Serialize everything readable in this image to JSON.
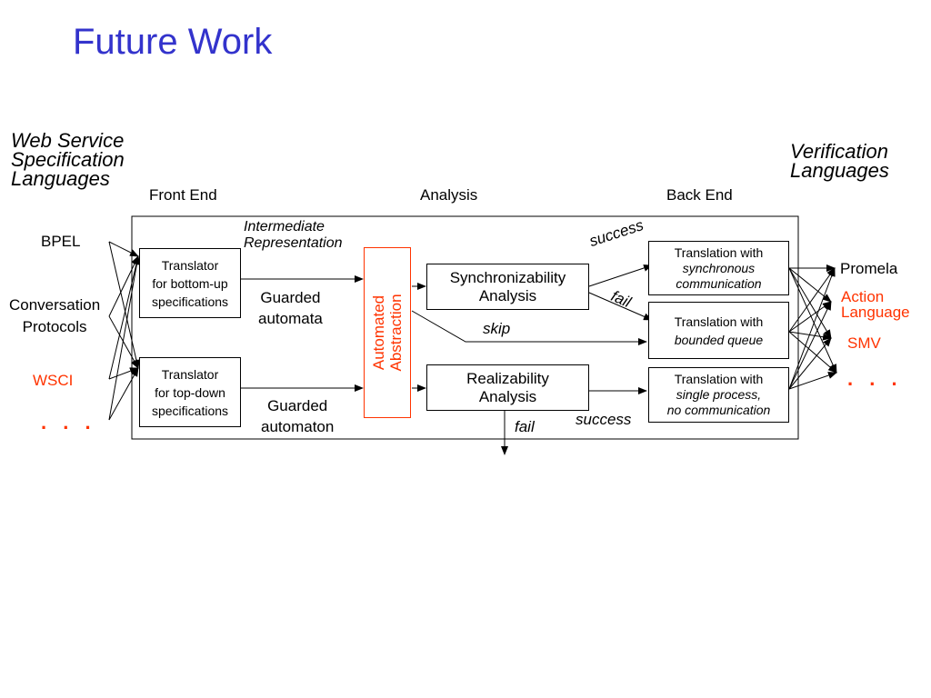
{
  "title": "Future Work",
  "left_heading": [
    "Web Service",
    "Specification",
    "Languages"
  ],
  "right_heading": [
    "Verification",
    "Languages"
  ],
  "stages": {
    "front_end": "Front End",
    "analysis": "Analysis",
    "back_end": "Back End"
  },
  "inputs": [
    {
      "label": "BPEL",
      "color": "#000000"
    },
    {
      "label": "Conversation\nProtocols",
      "color": "#000000"
    },
    {
      "label": "WSCI",
      "color": "#ff3300"
    },
    {
      "label": ". . .",
      "color": "#ff3300"
    }
  ],
  "translators": {
    "bottom_up": "Translator\nfor bottom-up\nspecifications",
    "top_down": "Translator\nfor top-down\nspecifications"
  },
  "intermediate_representation": [
    "Intermediate",
    "Representation"
  ],
  "guarded_automata": [
    "Guarded",
    "automata"
  ],
  "guarded_automaton": [
    "Guarded",
    "automaton"
  ],
  "abstraction": [
    "Automated",
    "Abstraction"
  ],
  "analysis_boxes": {
    "synchronizability": [
      "Synchronizability",
      "Analysis"
    ],
    "realizability": [
      "Realizability",
      "Analysis"
    ]
  },
  "translations": {
    "synchronous": {
      "line1": "Translation with",
      "line2": "synchronous",
      "line3": "communication"
    },
    "bounded": {
      "line1": "Translation with",
      "line2": "bounded queue"
    },
    "single": {
      "line1": "Translation with",
      "line2": "single process,",
      "line3": "no communication"
    }
  },
  "edge_labels": {
    "success_top": "success",
    "fail_top": "fail",
    "skip": "skip",
    "success_bottom": "success",
    "fail_bottom": "fail"
  },
  "outputs": [
    {
      "label": "Promela",
      "color": "#000000"
    },
    {
      "label": "Action\nLanguage",
      "color": "#ff3300"
    },
    {
      "label": "SMV",
      "color": "#ff3300"
    },
    {
      "label": ". . .",
      "color": "#ff3300"
    }
  ],
  "colors": {
    "title": "#3333cc",
    "highlight": "#ff3300",
    "abstraction_border": "#ff3300"
  }
}
